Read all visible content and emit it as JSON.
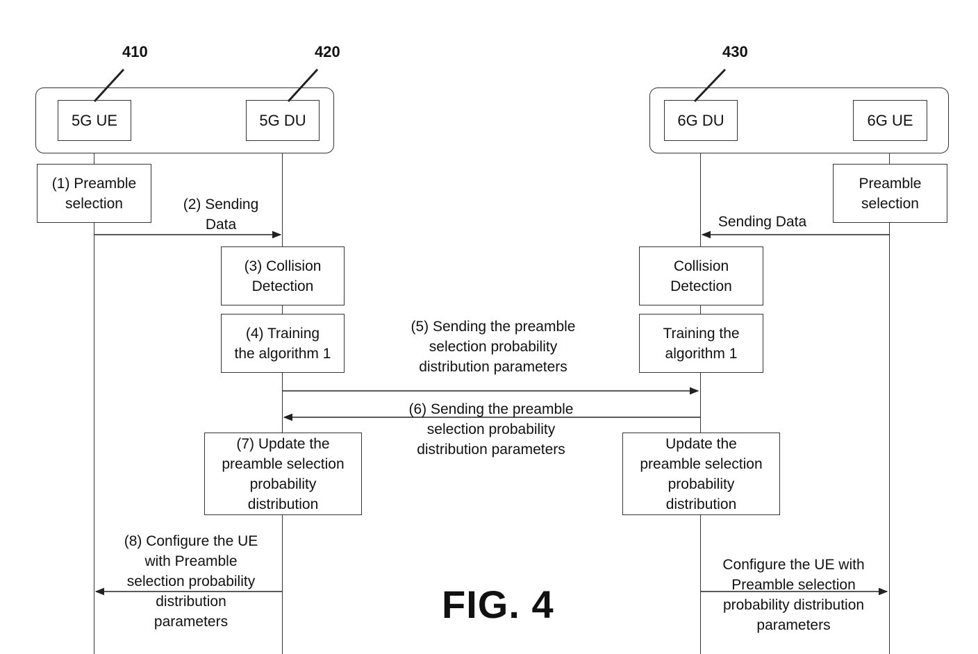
{
  "refs": {
    "r410": "410",
    "r420": "420",
    "r430": "430"
  },
  "entities": {
    "ue5g": "5G UE",
    "du5g": "5G DU",
    "du6g": "6G DU",
    "ue6g": "6G UE"
  },
  "steps": {
    "s1": "(1) Preamble\nselection",
    "s2": "(2) Sending\nData",
    "s3": "(3) Collision\nDetection",
    "s4": "(4) Training\nthe algorithm 1",
    "s5": "(5) Sending the preamble\nselection probability\ndistribution parameters",
    "s6": "(6) Sending the preamble\nselection probability\ndistribution parameters",
    "s7": "(7) Update the\npreamble selection\nprobability\ndistribution",
    "s8": "(8) Configure the UE\nwith Preamble\nselection probability\ndistribution\nparameters"
  },
  "right_steps": {
    "preamble": "Preamble\nselection",
    "sending": "Sending Data",
    "collision": "Collision\nDetection",
    "training": "Training the\nalgorithm 1",
    "update": "Update the\npreamble selection\nprobability\ndistribution",
    "configure": "Configure the UE with\nPreamble selection\nprobability distribution\nparameters"
  },
  "figure_label": "FIG. 4"
}
